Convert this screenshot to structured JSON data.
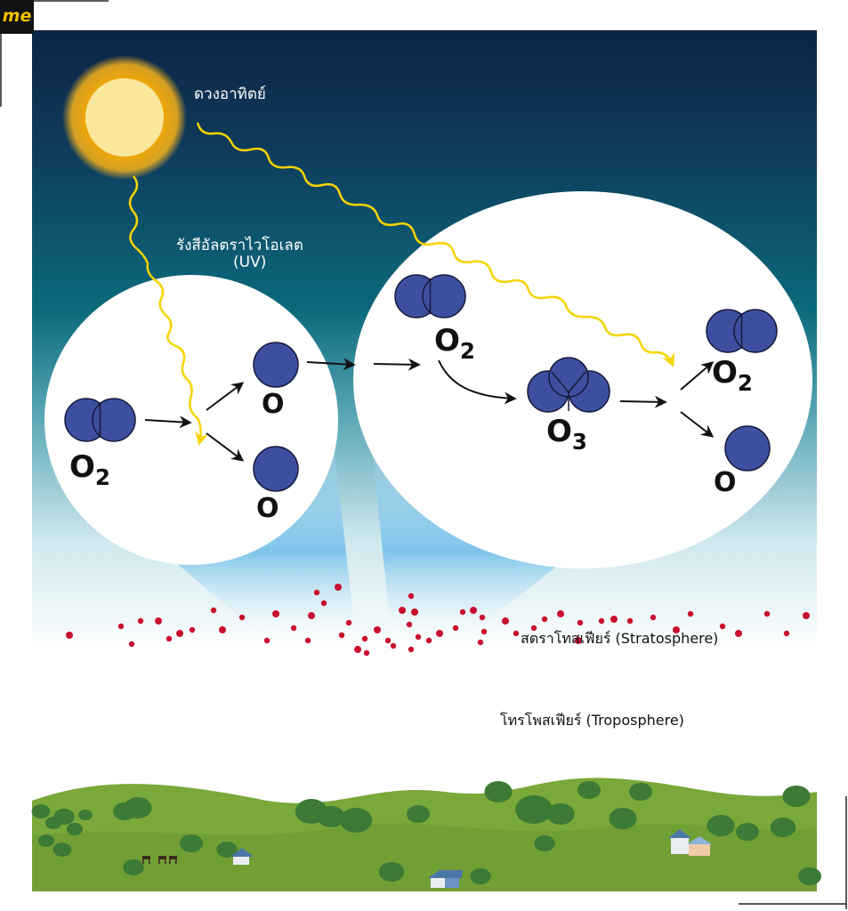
{
  "logo": {
    "text": "me"
  },
  "labels": {
    "sun": "ดวงอาทิตย์",
    "uv_line1": "รังสีอัลตราไวโอเลต",
    "uv_line2": "(UV)",
    "stratosphere": "สตราโทสเฟียร์ (Stratosphere)",
    "troposphere": "โทรโพสเฟียร์ (Troposphere)"
  },
  "molecules": {
    "left_o2": {
      "symbol": "O",
      "subscript": "2"
    },
    "left_o_top": {
      "symbol": "O"
    },
    "left_o_bottom": {
      "symbol": "O"
    },
    "right_o2_in": {
      "symbol": "O",
      "subscript": "2"
    },
    "right_o3": {
      "symbol": "O",
      "subscript": "3"
    },
    "right_o2_out": {
      "symbol": "O",
      "subscript": "2"
    },
    "right_o_out": {
      "symbol": "O"
    }
  },
  "colors": {
    "sky_top": "#0c2446",
    "sky_mid": "#0b6a7c",
    "atom": "#3f4fa0",
    "uv_ray": "#f5d400",
    "ozone_dot": "#c8102e",
    "hills": "#7aa83a",
    "trees": "#3c7a35"
  }
}
